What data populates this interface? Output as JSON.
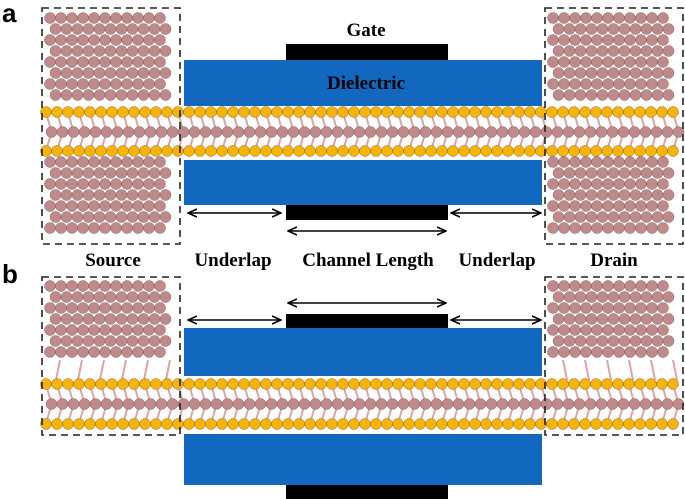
{
  "panels": [
    {
      "letter": "a"
    },
    {
      "letter": "b"
    }
  ],
  "labels": {
    "gate": "Gate",
    "dielectric": "Dielectric",
    "source": "Source",
    "drain": "Drain",
    "underlap_left": "Underlap",
    "channel_length": "Channel Length",
    "underlap_right": "Underlap"
  },
  "colors": {
    "dielectric": "#1268BE",
    "gate": "#000000",
    "metal_atom": "#BE8A8A",
    "chalcogen_atom": "#F5B400",
    "bond": "#D9A6A6",
    "dashed_box": "#222222"
  }
}
